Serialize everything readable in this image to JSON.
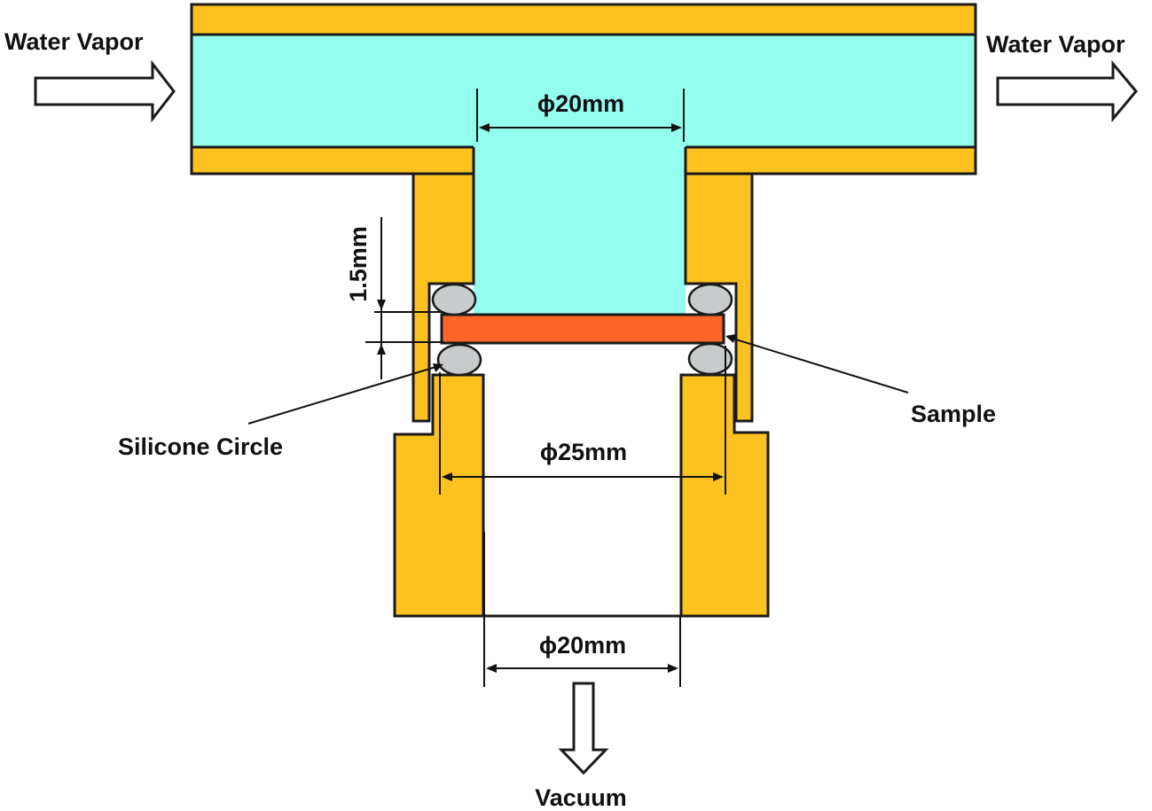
{
  "labels": {
    "inlet": "Water Vapor",
    "outlet": "Water Vapor",
    "vacuum": "Vacuum",
    "silicone": "Silicone Circle",
    "sample": "Sample"
  },
  "dimensions": {
    "top_diameter": "ϕ20mm",
    "mid_diameter": "ϕ25mm",
    "bottom_diameter": "ϕ20mm",
    "thickness": "1.5mm"
  },
  "colors": {
    "metal": "#fdc21f",
    "vapor": "#93fdef",
    "sample": "#fb6525",
    "seal": "#c7cbcc",
    "stroke": "#1a1a1a"
  }
}
